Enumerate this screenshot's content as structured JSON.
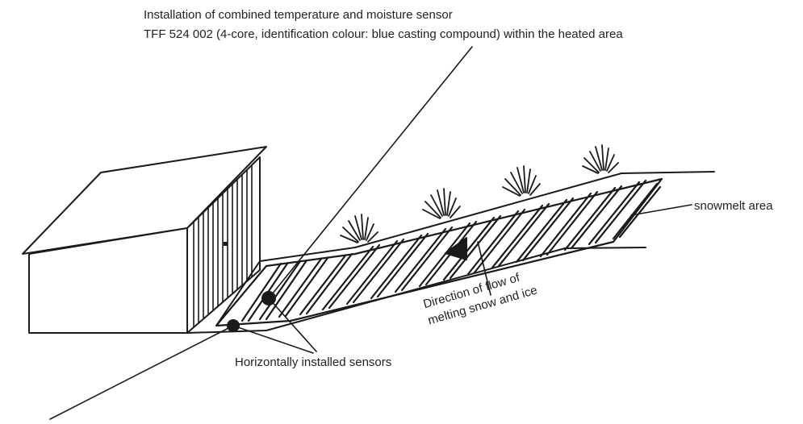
{
  "labels": {
    "sensor_title_line1": "Installation of combined temperature and moisture sensor",
    "sensor_title_line2": "TFF 524 002 (4-core, identification colour: blue casting compound) within the heated area",
    "snowmelt_area": "snowmelt area",
    "flow_line1": "Direction of flow of",
    "flow_line2": "melting snow and ice",
    "horizontal_sensors": "Horizontally installed sensors"
  },
  "colors": {
    "ink": "#1a1a1a",
    "background": "#ffffff"
  }
}
